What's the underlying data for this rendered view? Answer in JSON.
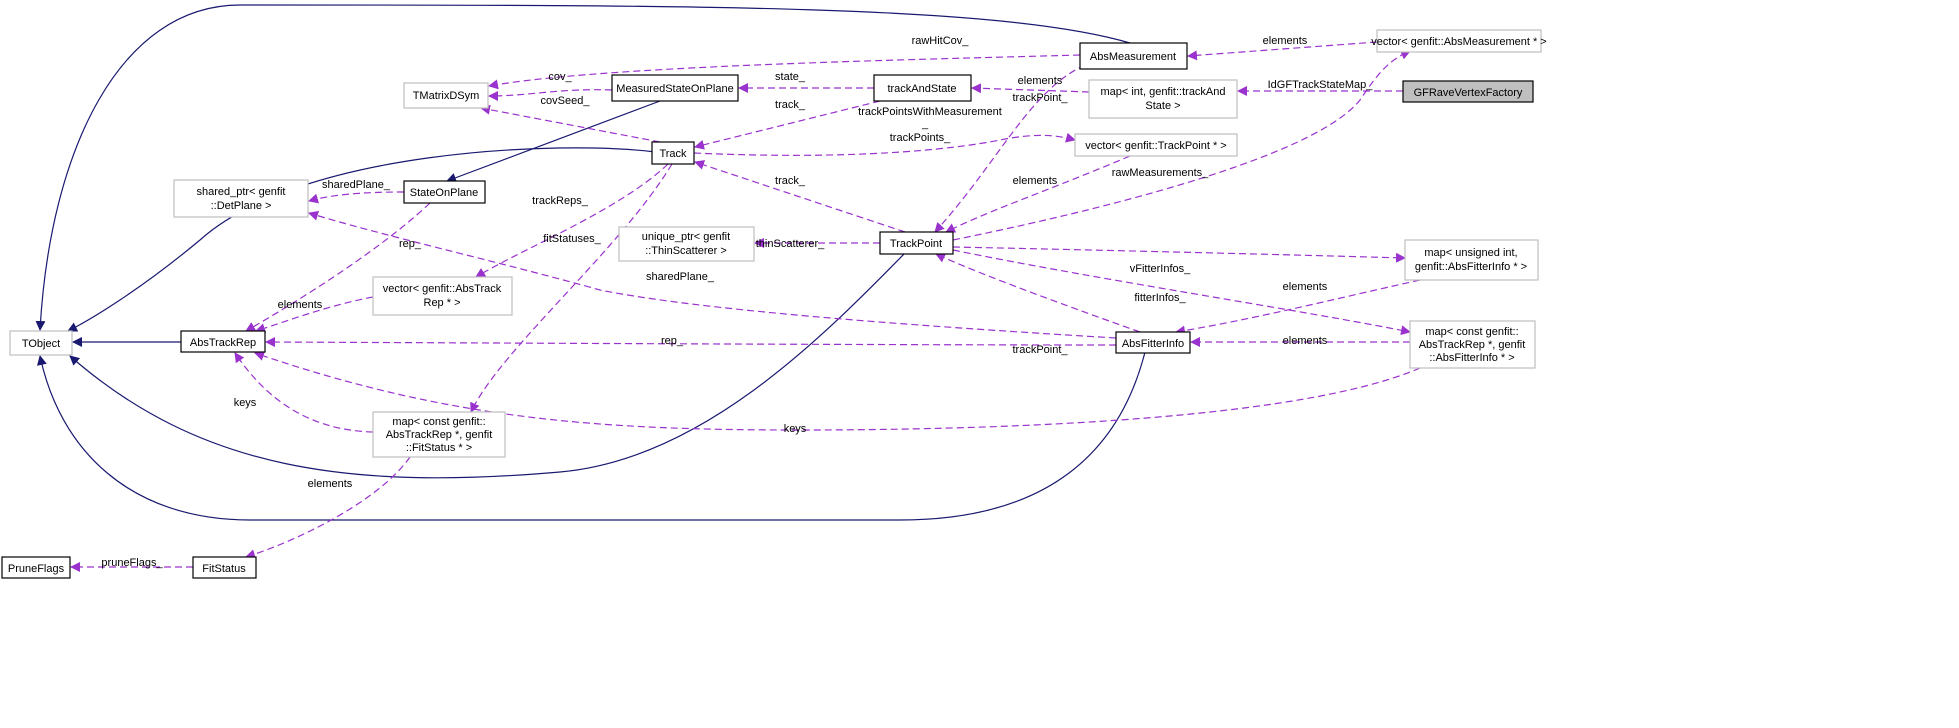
{
  "title": "GFRaveVertexFactory collaboration diagram",
  "colors": {
    "inheritance": "#191970",
    "usage": "#9a32cd",
    "highlight_fill": "#bfbfbf",
    "external_border": "#bfbfbf"
  },
  "nodes": {
    "tobject": [
      "TObject"
    ],
    "absTrackRep": [
      "AbsTrackRep"
    ],
    "pruneFlags": [
      "PruneFlags"
    ],
    "fitStatus": [
      "FitStatus"
    ],
    "mapFitStatus": [
      "map< const genfit::",
      "AbsTrackRep *, genfit",
      "::FitStatus * >"
    ],
    "vectorAbsTrackRep": [
      "vector< genfit::AbsTrack",
      "Rep * >"
    ],
    "sharedPtr": [
      "shared_ptr< genfit",
      "::DetPlane >"
    ],
    "stateOnPlane": [
      "StateOnPlane"
    ],
    "tmatrix": [
      "TMatrixDSym"
    ],
    "msop": [
      "MeasuredStateOnPlane"
    ],
    "track": [
      "Track"
    ],
    "trackAndState": [
      "trackAndState"
    ],
    "absMeasurement": [
      "AbsMeasurement"
    ],
    "mapTrackAndState": [
      "map< int, genfit::trackAnd",
      "State >"
    ],
    "vectorTrackPoint": [
      "vector< genfit::TrackPoint * >"
    ],
    "uniquePtr": [
      "unique_ptr< genfit",
      "::ThinScatterer >"
    ],
    "trackPoint": [
      "TrackPoint"
    ],
    "vectorAbsMeasurement": [
      "vector< genfit::AbsMeasurement * >"
    ],
    "gfRave": [
      "GFRaveVertexFactory"
    ],
    "mapUnsigned": [
      "map< unsigned int,",
      "genfit::AbsFitterInfo * >"
    ],
    "mapConst": [
      "map< const genfit::",
      "AbsTrackRep *, genfit",
      "::AbsFitterInfo * >"
    ],
    "absFitterInfo": [
      "AbsFitterInfo"
    ]
  },
  "edge_labels": {
    "rawHitCov": "rawHitCov_",
    "cov": "cov_",
    "covSeed": "covSeed_",
    "state": "state_",
    "track1": "track_",
    "trackPointsWithMeasurement": "trackPointsWithMeasurement",
    "trackPointsWithMeasurement2": "_",
    "trackPoints": "trackPoints_",
    "elementsMapInt": "elements",
    "trackPointAbsM": "trackPoint_",
    "elementsVecAbsM": "elements",
    "idMap": "IdGFTrackStateMap_",
    "sharedPlane1": "sharedPlane_",
    "trackReps": "trackReps_",
    "rep1": "rep_",
    "fitStatuses": "fitStatuses_",
    "elementsVecTP": "elements",
    "rawMeasurements": "rawMeasurements_",
    "track2": "track_",
    "thinScatterer": "thinScatterer_",
    "sharedPlane2": "sharedPlane_",
    "vFitterInfos": "vFitterInfos_",
    "fitterInfos": "fitterInfos_",
    "elementsVecATR": "elements",
    "elementsMapUnsigned": "elements",
    "trackPointAFI": "trackPoint_",
    "rep2": "rep_",
    "elementsMapConst": "elements",
    "keys1": "keys",
    "keys2": "keys",
    "elementsFitStatus": "elements",
    "pruneFlags": "pruneFlags_"
  }
}
